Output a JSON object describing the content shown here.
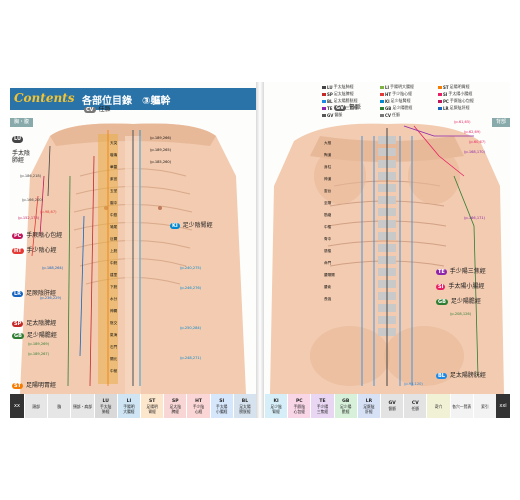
{
  "left": {
    "header": {
      "contents": "Contents",
      "title": "各部位目錄　③軀幹"
    },
    "corner_tab": "胸・腹",
    "cv_label": {
      "code": "CV",
      "name": "任脈"
    },
    "meridians": [
      {
        "code": "LU",
        "name": "手太陰\n肺經",
        "color": "#444444"
      },
      {
        "code": "PC",
        "name": "手厥陰心包經",
        "color": "#c2185b"
      },
      {
        "code": "HT",
        "name": "手少陰心經",
        "color": "#e53935"
      },
      {
        "code": "LR",
        "name": "足厥陰肝經",
        "color": "#1565c0"
      },
      {
        "code": "SP",
        "name": "足太陰脾經",
        "color": "#c62828"
      },
      {
        "code": "GB",
        "name": "足少陽膽經",
        "color": "#2e7d32"
      },
      {
        "code": "ST",
        "name": "足陽明胃經",
        "color": "#f57c00"
      }
    ],
    "ki_label": {
      "code": "KI",
      "name": "足少陰腎經",
      "color": "#0288d1"
    },
    "page_refs": [
      "(p.186,218)",
      "(p.166,200)",
      "(p.152,173)",
      "(p.98,67)",
      "(p.188,264)",
      "(p.236,229)",
      "(p.189,269)",
      "(p.189,267)",
      "(p.189,266)",
      "(p.189,265)",
      "(p.185,260)",
      "(p.240,275)",
      "(p.246,276)",
      "(p.250,284)",
      "(p.248,271)"
    ],
    "footer": {
      "page": "xx",
      "cells": [
        {
          "c": "",
          "t": "頭部"
        },
        {
          "c": "",
          "t": "臉"
        },
        {
          "c": "",
          "t": "頸部・肩部"
        },
        {
          "c": "LU",
          "t": "手太陰\n肺經"
        },
        {
          "c": "LI",
          "t": "手陽明\n大腸經"
        },
        {
          "c": "ST",
          "t": "足陽明\n胃經"
        },
        {
          "c": "SP",
          "t": "足太陰\n脾經"
        },
        {
          "c": "HT",
          "t": "手少陰\n心經"
        },
        {
          "c": "SI",
          "t": "手太陽\n小腸經"
        },
        {
          "c": "BL",
          "t": "足太陽\n膀胱經"
        }
      ],
      "cell_colors": [
        "#e6e6e6",
        "#e6e6e6",
        "#e6e6e6",
        "#d9d9d9",
        "#cfe5f3",
        "#fde7cc",
        "#f9d6d6",
        "#fbd6d6",
        "#d6e6fb",
        "#d6e2ee"
      ]
    }
  },
  "right": {
    "legend": [
      {
        "code": "LU",
        "name": "手太陰肺經",
        "color": "#444444"
      },
      {
        "code": "LI",
        "name": "手陽明大腸經",
        "color": "#7cb342"
      },
      {
        "code": "ST",
        "name": "足陽明胃經",
        "color": "#f57c00"
      },
      {
        "code": "SP",
        "name": "足太陰脾經",
        "color": "#c62828"
      },
      {
        "code": "HT",
        "name": "手少陰心經",
        "color": "#e53935"
      },
      {
        "code": "SI",
        "name": "手太陽小腸經",
        "color": "#e91e63"
      },
      {
        "code": "BL",
        "name": "足太陽膀胱經",
        "color": "#1e88e5"
      },
      {
        "code": "KI",
        "name": "足少陰腎經",
        "color": "#0288d1"
      },
      {
        "code": "PC",
        "name": "手厥陰心包經",
        "color": "#c2185b"
      },
      {
        "code": "TE",
        "name": "手少陽三焦經",
        "color": "#8e24aa"
      },
      {
        "code": "GB",
        "name": "足少陽膽經",
        "color": "#2e7d32"
      },
      {
        "code": "LR",
        "name": "足厥陰肝經",
        "color": "#1565c0"
      },
      {
        "code": "GV",
        "name": "督脈",
        "color": "#555555"
      },
      {
        "code": "CV",
        "name": "任脈",
        "color": "#777777"
      }
    ],
    "corner_tab": "背部",
    "gv_label": {
      "code": "GV",
      "name": "督脈"
    },
    "meridians": [
      {
        "code": "TE",
        "name": "手少陽三焦經",
        "color": "#8e24aa"
      },
      {
        "code": "SI",
        "name": "手太陽小腸經",
        "color": "#e91e63"
      },
      {
        "code": "GB",
        "name": "足少陽膽經",
        "color": "#2e7d32"
      },
      {
        "code": "BL",
        "name": "足太陽膀胱經",
        "color": "#1e88e5"
      }
    ],
    "page_refs": [
      "(p.61,65)",
      "(p.62,69)",
      "(p.60,67)",
      "(p.168,170)",
      "(p.166,171)",
      "(p.208,126)",
      "(p.98,120)"
    ],
    "footer": {
      "page": "xxi",
      "cells": [
        {
          "c": "KI",
          "t": "足少陰\n腎經"
        },
        {
          "c": "PC",
          "t": "手厥陰\n心包經"
        },
        {
          "c": "TE",
          "t": "手少陽\n三焦經"
        },
        {
          "c": "GB",
          "t": "足少陽\n膽經"
        },
        {
          "c": "LR",
          "t": "足厥陰\n肝經"
        },
        {
          "c": "GV",
          "t": "督脈"
        },
        {
          "c": "CV",
          "t": "任脈"
        },
        {
          "c": "",
          "t": "奇穴"
        },
        {
          "c": "",
          "t": "各穴一覽表"
        },
        {
          "c": "",
          "t": "索引"
        }
      ],
      "cell_colors": [
        "#d6eef8",
        "#f8d6e6",
        "#e8d6f3",
        "#d6f0d9",
        "#d6e1f5",
        "#e3e3e3",
        "#e3e3e3",
        "#f1f1d6",
        "#f3f3f3",
        "#f3f3f3"
      ]
    }
  }
}
